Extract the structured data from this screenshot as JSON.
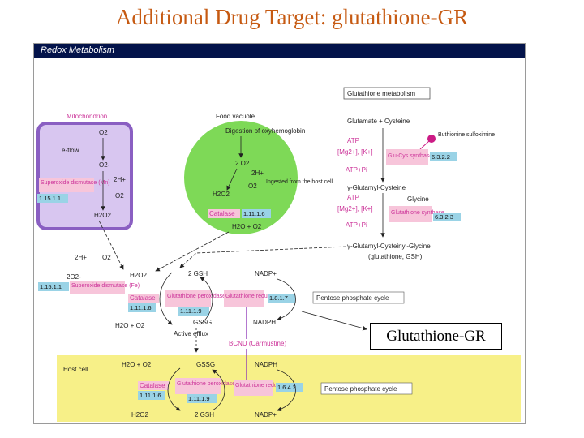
{
  "slide": {
    "title": "Additional Drug Target: glutathione-GR"
  },
  "panel": {
    "title": "Redox Metabolism"
  },
  "colors": {
    "title": "#c65a12",
    "header": "#03134a",
    "mitochondrion": "#d8c6f0",
    "mitochondrion_border": "#8a5fc2",
    "food_vacuole": "#7ed957",
    "host_cell": "#f7f088",
    "pink_box": "#f7c5da",
    "ec_box": "#9ad3e6",
    "pink_text": "#cc3399",
    "inhibitor": "#cc1b85"
  },
  "compartments": {
    "mitochondrion": "Mitochondrion",
    "food_vacuole": "Food vacuole",
    "host_cell": "Host cell",
    "gsh_metabolism": "Glutathione metabolism"
  },
  "mito": {
    "o2": "O2",
    "e_flow": "e-flow",
    "superoxide": "O2-",
    "sod": "Superoxide dismutase (Mn)",
    "ec": "1.15.1.1",
    "two_h": "2H+",
    "o2_out": "O2",
    "h2o2": "H2O2"
  },
  "vacuole": {
    "digestion": "Digestion of oxyhemoglobin",
    "two_o2": "2 O2",
    "two_h": "2H+",
    "ingested": "Ingested from the host cell",
    "o2": "O2",
    "h2o2": "H2O2",
    "catalase": "Catalase",
    "catalase_ec": "1.11.1.6",
    "products": "H2O + O2"
  },
  "gsh_pathway": {
    "substrates": "Glutamate + Cysteine",
    "inhibitor": "Buthionine sulfoximine",
    "atp": "ATP",
    "mg_k": "[Mg2+], [K+]",
    "adp": "ATP+Pi",
    "gcs": "Glu-Cys synthase",
    "gcs_ec": "6.3.2.2",
    "intermediate": "γ-Glutamyl-Cysteine",
    "atp2": "ATP",
    "glycine": "Glycine",
    "mg_k2": "[Mg2+], [K+]",
    "adp2": "ATP+Pi",
    "gs": "Glutathione synthase",
    "gs_ec": "6.3.2.3",
    "product": "γ-Glutamyl-Cysteinyl-Glycine",
    "product_alias": "(glutathione, GSH)"
  },
  "parasite_cycle": {
    "two_h": "2H+",
    "o2": "O2",
    "two_superoxide": "2O2-",
    "sod_ec": "1.15.1.1",
    "sod": "Superoxide dismutase (Fe)",
    "h2o2": "H2O2",
    "catalase": "Catalase",
    "catalase_ec": "1.11.1.6",
    "gpx": "Glutathione peroxidase",
    "gpx_ec": "1.11.1.9",
    "two_gsh": "2 GSH",
    "gssg": "GSSG",
    "water": "H2O + O2",
    "gr": "Glutathione reductase",
    "gr_ec": "1.8.1.7",
    "nadph": "NADPH",
    "nadp": "NADP+",
    "ppp": "Pentose phosphate cycle",
    "efflux": "Active efflux",
    "bcnu": "BCNU (Carmustine)"
  },
  "host_cycle": {
    "water": "H2O + O2",
    "gssg": "GSSG",
    "nadph": "NADPH",
    "catalase": "Catalase",
    "catalase_ec": "1.11.1.6",
    "gpx": "Glutathione peroxidase",
    "gpx_ec": "1.11.1.9",
    "gr": "Glutathione reductase",
    "gr_ec": "1.6.4.2",
    "ppp": "Pentose phosphate cycle",
    "h2o2": "H2O2",
    "two_gsh": "2 GSH",
    "nadp": "NADP+"
  },
  "callout": {
    "label": "Glutathione-GR"
  }
}
